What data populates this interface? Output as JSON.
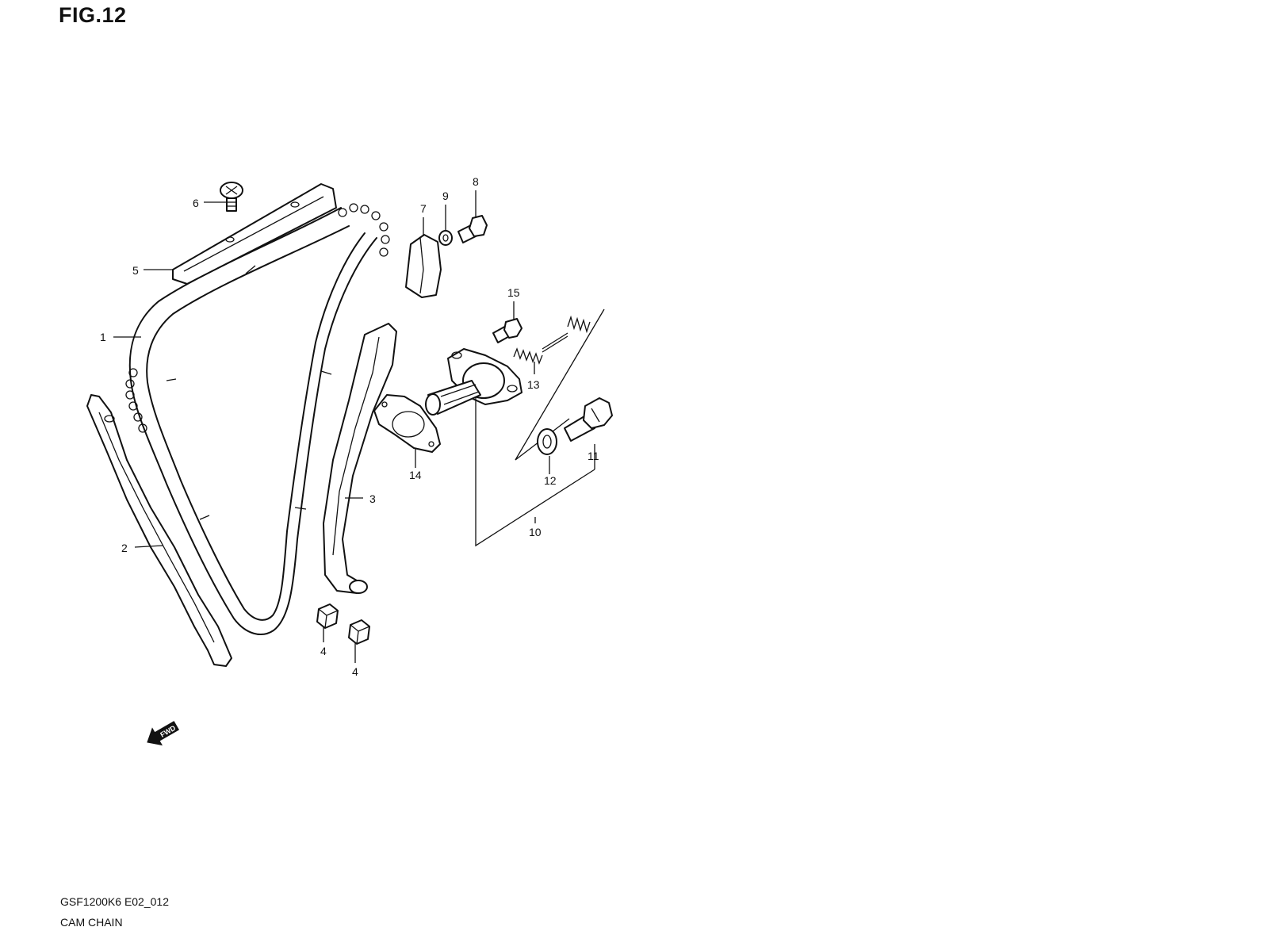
{
  "figure": {
    "title": "FIG.12"
  },
  "footer": {
    "model_code": "GSF1200K6 E02_012",
    "group_name": "CAM CHAIN"
  },
  "fwd_arrow": {
    "label": "FWD"
  },
  "callouts": {
    "c1": "1",
    "c2": "2",
    "c3": "3",
    "c4a": "4",
    "c4b": "4",
    "c5": "5",
    "c6": "6",
    "c7": "7",
    "c8": "8",
    "c9": "9",
    "c10": "10",
    "c11": "11",
    "c12": "12",
    "c13": "13",
    "c14": "14",
    "c15": "15"
  }
}
